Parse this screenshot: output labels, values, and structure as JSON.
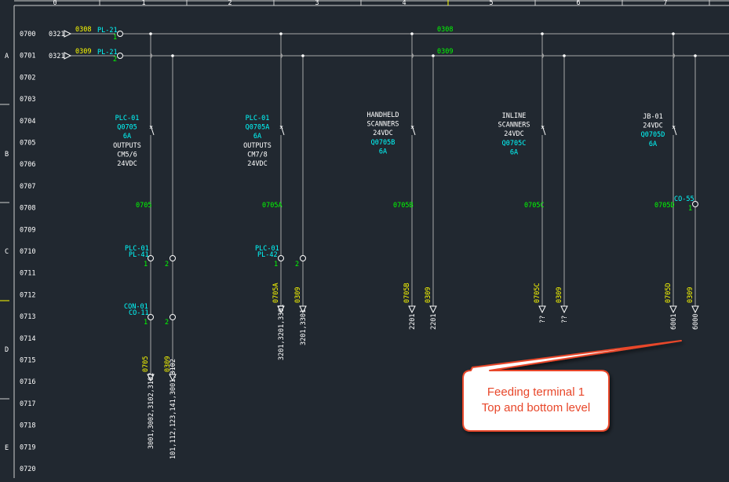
{
  "columns": [
    "0",
    "1",
    "2",
    "3",
    "4",
    "5",
    "6",
    "7"
  ],
  "rows": [
    "A",
    "B",
    "C",
    "D",
    "E"
  ],
  "lines": [
    "0700",
    "0701",
    "0702",
    "0703",
    "0704",
    "0705",
    "0706",
    "0707",
    "0708",
    "0709",
    "0710",
    "0711",
    "0712",
    "0713",
    "0714",
    "0715",
    "0716",
    "0717",
    "0718",
    "0719",
    "0720"
  ],
  "supply": [
    {
      "ref": "0321",
      "wire": "0308",
      "term": "PL-21",
      "pin": "1"
    },
    {
      "ref": "0321",
      "wire": "0309",
      "term": "PL-21",
      "pin": "2"
    }
  ],
  "bus": {
    "top": "0308",
    "bottom": "0309"
  },
  "branches": [
    {
      "breaker": [
        "PLC-01",
        "Q0705",
        "6A",
        "OUTPUTS",
        "CM5/6",
        "24VDC"
      ],
      "wire": "0705",
      "term1": [
        "PLC-01",
        "PL-41"
      ],
      "pins": [
        "1",
        "2"
      ],
      "term2": [
        "CON-01",
        "CO-11"
      ],
      "pins2": [
        "1",
        "2"
      ],
      "out_wire": "0705",
      "out_wire2": "0309",
      "dest1": "3001,3002,3102,3102",
      "dest2": "101,112,123,141,3001,3102"
    },
    {
      "breaker": [
        "PLC-01",
        "Q0705A",
        "6A",
        "OUTPUTS",
        "CM7/8",
        "24VDC"
      ],
      "wire": "0705A",
      "term1": [
        "PLC-01",
        "PL-42"
      ],
      "pins": [
        "1",
        "2"
      ],
      "out_wire": "0705A",
      "out_wire2": "0309",
      "dest1": "3201,3201,3301",
      "dest2": "3201,3301"
    },
    {
      "breaker": [
        "HANDHELD",
        "SCANNERS",
        "24VDC",
        "Q0705B",
        "6A"
      ],
      "wire": "0705B",
      "out_wire": "0705B",
      "out_wire2": "0309",
      "dest1": "2201",
      "dest2": "2201"
    },
    {
      "breaker": [
        "INLINE",
        "SCANNERS",
        "24VDC",
        "Q0705C",
        "6A"
      ],
      "wire": "0705C",
      "out_wire": "0705C",
      "out_wire2": "0309",
      "dest1": "??",
      "dest2": "??"
    },
    {
      "breaker": [
        "JB-01",
        "24VDC",
        "Q0705D",
        "6A"
      ],
      "wire": "0705D",
      "term1": [
        "CO-55"
      ],
      "pins": [
        "1"
      ],
      "out_wire": "0705D",
      "out_wire2": "0309",
      "dest1": "6001",
      "dest2": "6000"
    }
  ],
  "callout": [
    "Feeding terminal 1",
    "Top and bottom level"
  ],
  "colors": {
    "background": "#212830",
    "wire": "#a8a8a8",
    "cyan": "#00ffff",
    "green": "#00ff00",
    "yellow": "#ffff00",
    "callout": "#e8472a"
  }
}
